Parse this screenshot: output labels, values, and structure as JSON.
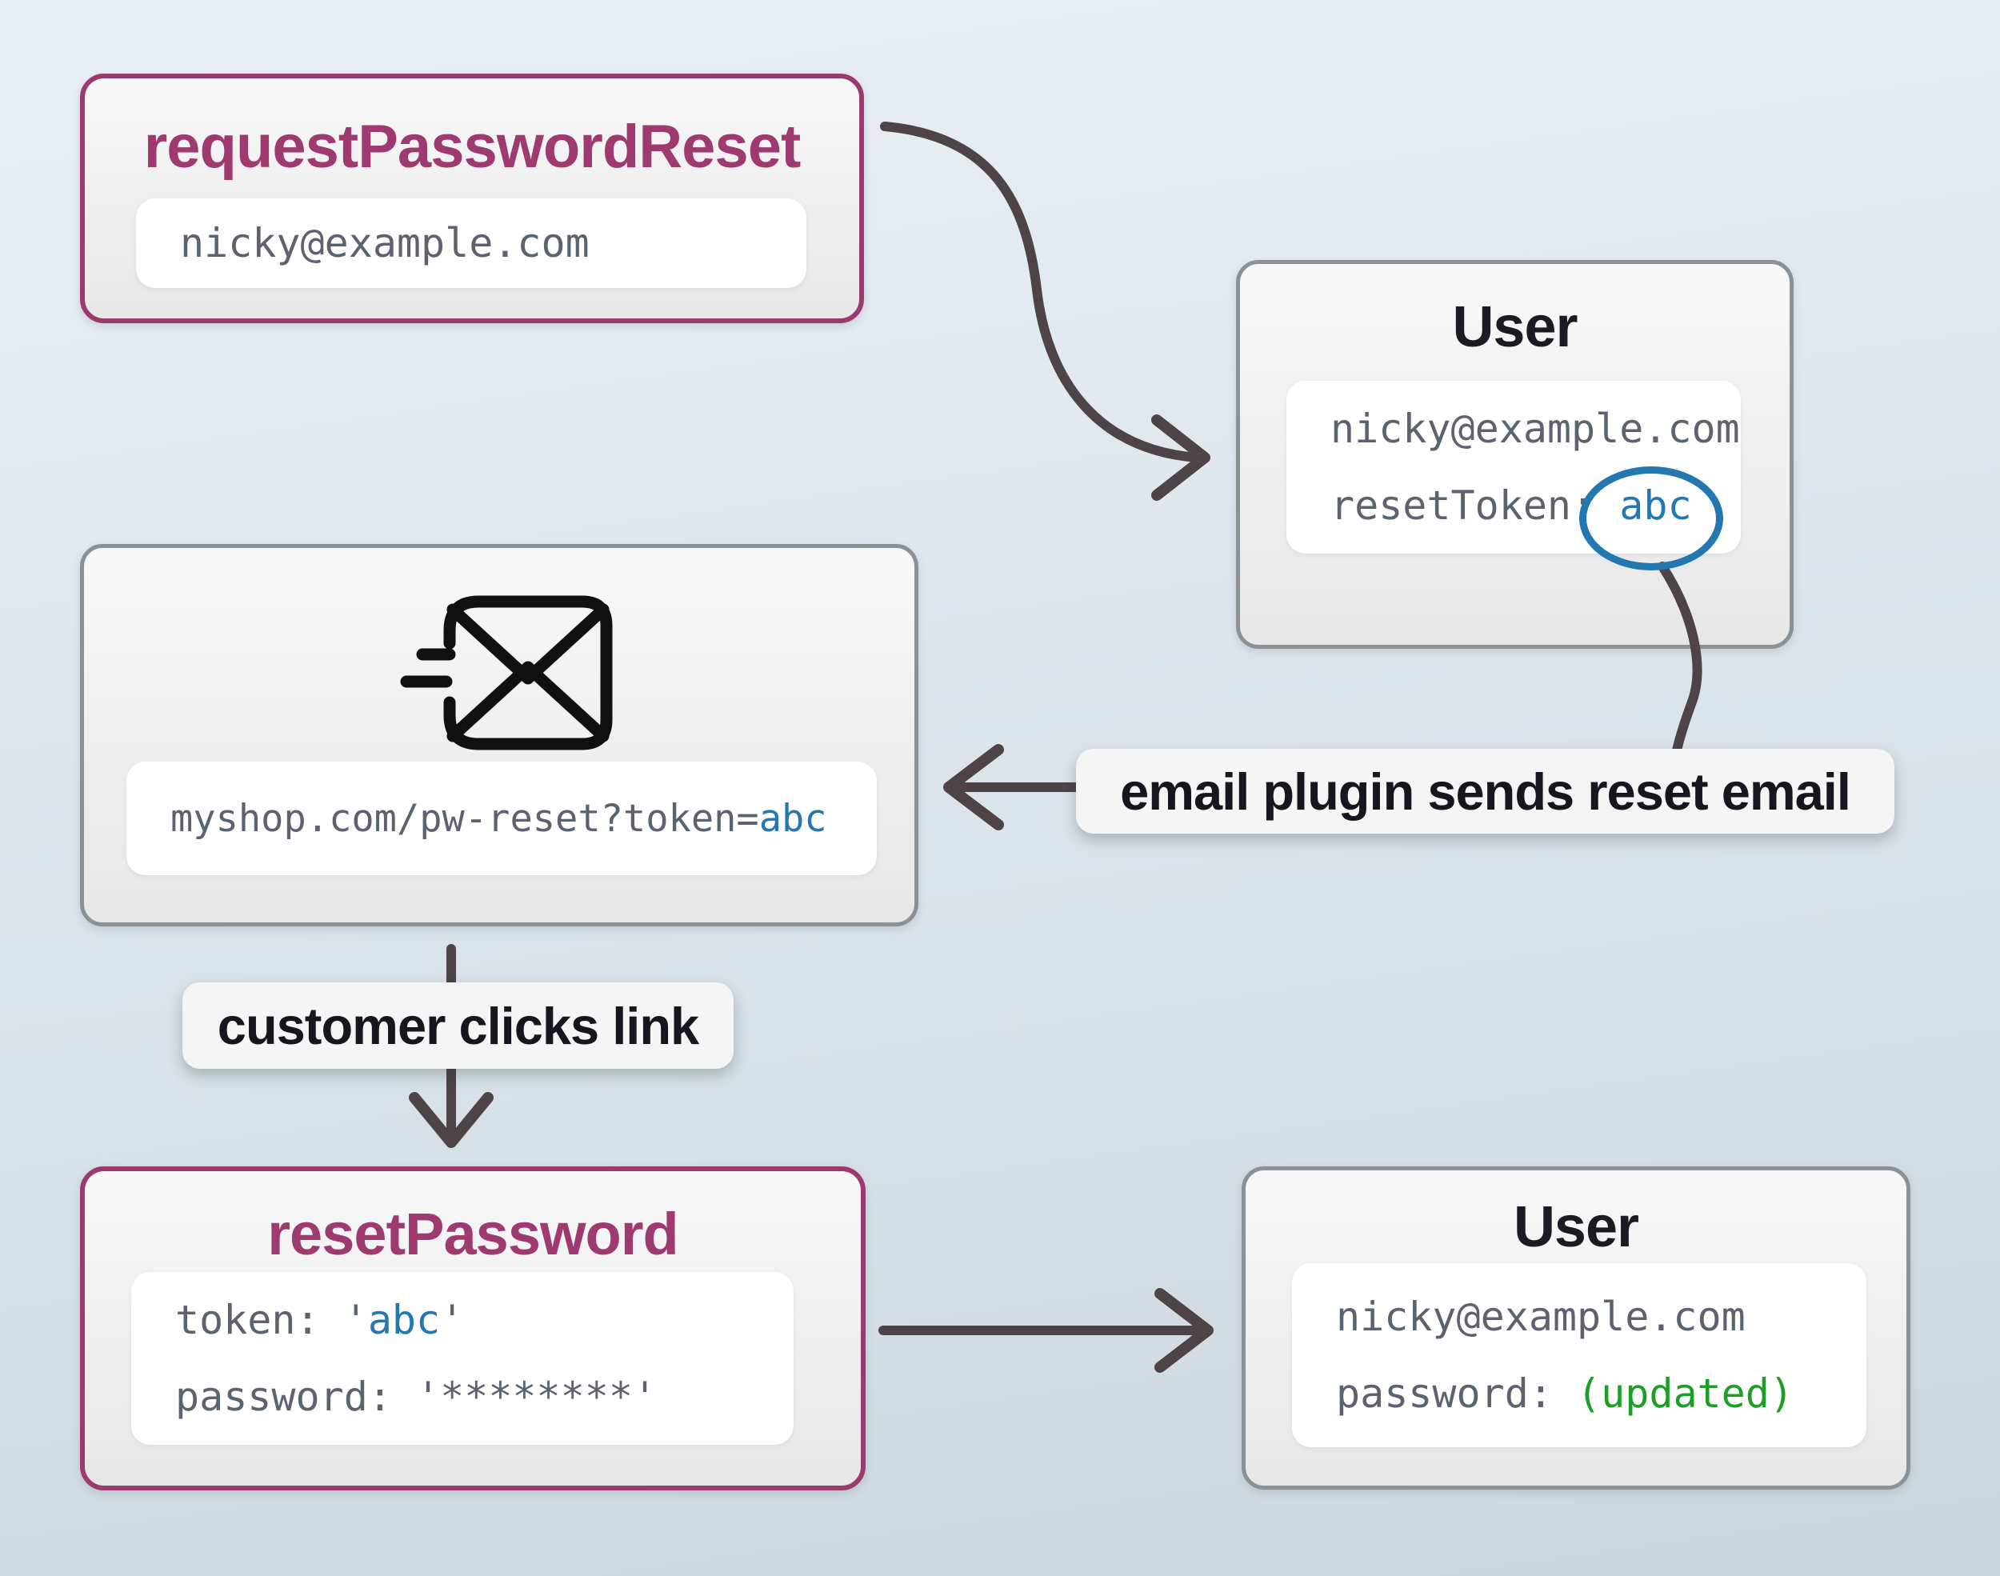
{
  "colors": {
    "accent_purple": "#9c3a6e",
    "accent_blue": "#2478b2",
    "accent_green": "#1e9e27",
    "arrow": "#4e4347",
    "border_gray": "#8a9296"
  },
  "request_box": {
    "title": "requestPasswordReset",
    "input_value": "nicky@example.com"
  },
  "user_token_box": {
    "title": "User",
    "email": "nicky@example.com",
    "token_label": "resetToken: ",
    "token_value": "abc"
  },
  "email_box": {
    "icon": "send-email-icon",
    "url_prefix": "myshop.com/pw-reset?token=",
    "url_token": "abc"
  },
  "annotations": {
    "email_plugin": "email plugin sends reset email",
    "customer_clicks": "customer clicks link"
  },
  "reset_box": {
    "title": "resetPassword",
    "token_label": "token: '",
    "token_value": "abc",
    "token_close": "'",
    "password_line": "password: '********'"
  },
  "user_updated_box": {
    "title": "User",
    "email": "nicky@example.com",
    "password_label": "password: ",
    "password_value": "(updated)"
  }
}
